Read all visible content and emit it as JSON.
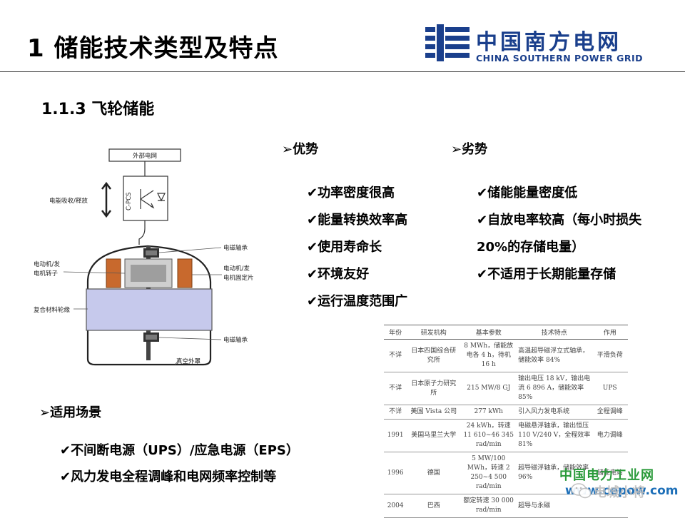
{
  "page": {
    "title": "1 储能技术类型及特点",
    "subtitle": "1.1.3 飞轮储能"
  },
  "logo": {
    "name_cn": "中国南方电网",
    "name_en": "CHINA SOUTHERN POWER GRID",
    "brand_color": "#1a3f8c"
  },
  "diagram": {
    "labels": {
      "grid": "外部电网",
      "pcs": "C-PCS",
      "absorb_release": "电能吸收/释放",
      "bearing_top": "电磁轴承",
      "rotor_1": "电动机/发",
      "rotor_2": "电机转子",
      "stator_1": "电动机/发",
      "stator_2": "电机固定片",
      "composite": "复合材料轮缘",
      "bearing_bottom": "电磁轴承",
      "vacuum": "真空外罩"
    }
  },
  "advantages": {
    "heading": "➢优势",
    "items": [
      "✔功率密度很高",
      "✔能量转换效率高",
      "✔使用寿命长",
      "✔环境友好",
      "✔运行温度范围广"
    ]
  },
  "disadvantages": {
    "heading": "➢劣势",
    "items": [
      "✔储能能量密度低",
      "✔自放电率较高（每小时损失",
      "20%的存储电量）",
      "✔不适用于长期能量存储"
    ]
  },
  "applications": {
    "heading": "➢适用场景",
    "items": [
      "✔不间断电源（UPS）/应急电源（EPS）",
      "✔风力发电全程调峰和电网频率控制等"
    ]
  },
  "research_table": {
    "headers": [
      "年份",
      "研发机构",
      "基本参数",
      "技术特点",
      "作用"
    ],
    "rows": [
      [
        "不详",
        "日本四国综合研究所",
        "8 MWh，储能放电各 4 h，待机 16 h",
        "高温超导磁浮立式轴承，储能效率 84%",
        "平滑负荷"
      ],
      [
        "不详",
        "日本原子力研究所",
        "215 MW/8 GJ",
        "输出电压 18 kV，输出电流 6 896 A，储能效率 85%",
        "UPS"
      ],
      [
        "不详",
        "美国 Vista 公司",
        "277 kWh",
        "引入风力发电系统",
        "全程调峰"
      ],
      [
        "1991",
        "美国马里兰大学",
        "24 kWh，转速 11 610~46 345 rad/min",
        "电磁悬浮轴承，输出恒压 110 V/240 V，全程效率 81%",
        "电力调峰"
      ],
      [
        "1996",
        "德国",
        "5 MW/100 MWh，转速 2 250~4 500 rad/min",
        "超导磁浮轴承，储能效率 96%",
        "储能电站"
      ],
      [
        "2004",
        "巴西",
        "额定转速 30 000 rad/min",
        "超导与永磁",
        ""
      ]
    ]
  },
  "watermarks": {
    "site_cn": "中国电力工业网",
    "site_url": "www.cepow.com",
    "wechat": "电城小将"
  }
}
